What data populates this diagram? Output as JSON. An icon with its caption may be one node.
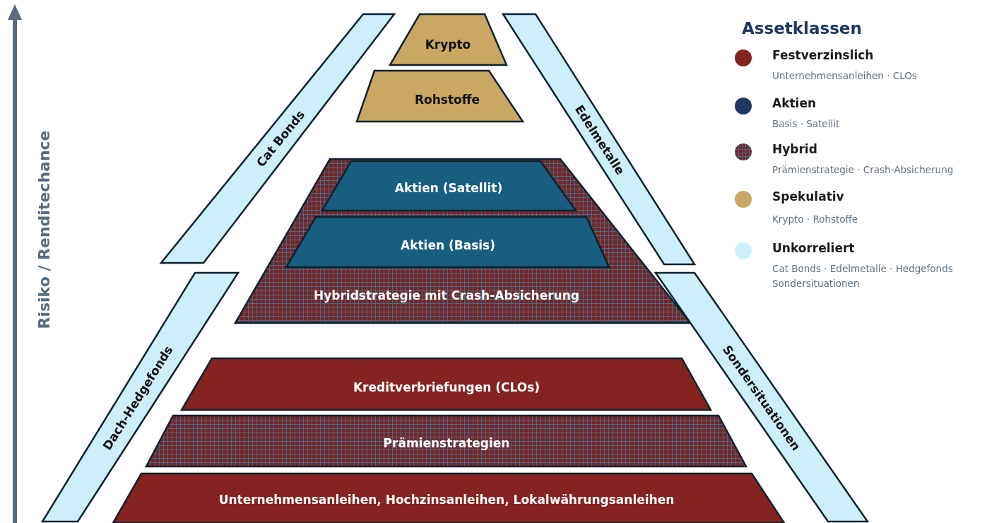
{
  "diagram": {
    "nodes": [
      {
        "text": [
          "Krypto"
        ]
      },
      {
        "text": [
          "Cat Bonds"
        ]
      },
      {
        "text": [
          "Edelmetalle"
        ]
      },
      {
        "text": [
          "Rohstoffe"
        ]
      },
      {
        "text": [
          "Hybridstrategie mit Crash-Absicherung"
        ]
      },
      {
        "text": [
          "Aktien (Satellit)"
        ],
        "in": 4
      },
      {
        "text": [
          "Aktien (Basis)"
        ],
        "in": 4
      },
      {
        "text": [
          "Dach-Hedgefonds"
        ]
      },
      {
        "text": [
          "Sondersituationen"
        ]
      },
      {
        "text": [
          "Kreditverbriefungen (CLOs)"
        ]
      },
      {
        "text": [
          "Prämienstrategien"
        ]
      },
      {
        "text": [
          "Unternehmensanleihen, Hochzinsanleihen, Lokalwährungsanleihen"
        ]
      }
    ],
    "edges": [],
    "labels": [
      "Risiko / Renditechance",
      "Assetklassen",
      "Unternehmensanleihen · CLOs",
      "Basis · Satellit",
      "Prämienstrategie · Crash-Absicherung",
      "Krypto · Rohstoffe",
      "Cat Bonds · Edelmetalle · Hedgefonds Sondersituationen"
    ],
    "legend": [
      {
        "text": "Festverzinslich",
        "color": "#842320"
      },
      {
        "text": "Aktien",
        "color": "#1f3864"
      },
      {
        "text": "Hybrid"
      },
      {
        "text": "Spekulativ",
        "color": "#c8a862"
      },
      {
        "text": "Unkorreliert",
        "color": "#cdeefb"
      }
    ]
  }
}
